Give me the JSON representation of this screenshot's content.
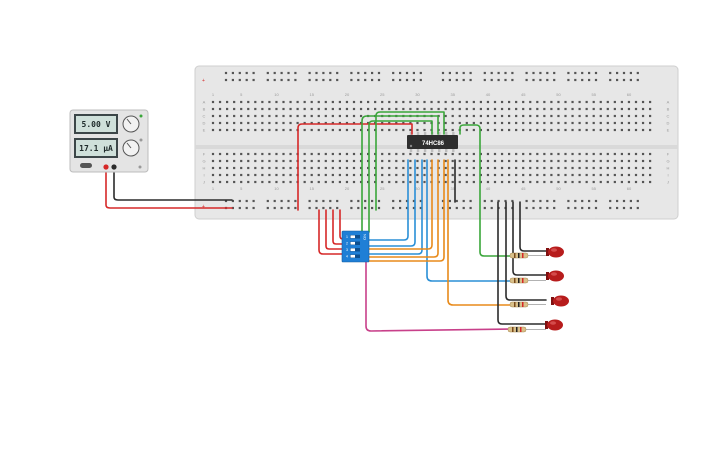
{
  "power_supply": {
    "voltage_display": "5.00 V",
    "current_display": "17.1 µA"
  },
  "ic": {
    "label": "74HC86"
  },
  "dip_switch": {
    "label": "ON",
    "positions": [
      "1",
      "2",
      "3",
      "4"
    ]
  },
  "breadboard": {
    "column_numbers": [
      "1",
      "5",
      "10",
      "15",
      "20",
      "25",
      "30",
      "35",
      "40",
      "45",
      "50",
      "55",
      "60"
    ],
    "row_letters_top": [
      "A",
      "B",
      "C",
      "D",
      "E"
    ],
    "row_letters_bottom": [
      "F",
      "G",
      "H",
      "I",
      "J"
    ]
  },
  "leds": {
    "count": 4,
    "color": "#b71c1c"
  },
  "wire_colors": {
    "red": "#d62828",
    "black": "#2b2b2b",
    "green": "#3aa63a",
    "blue": "#2a8fd6",
    "orange": "#e88a1a",
    "magenta": "#c8408a"
  }
}
